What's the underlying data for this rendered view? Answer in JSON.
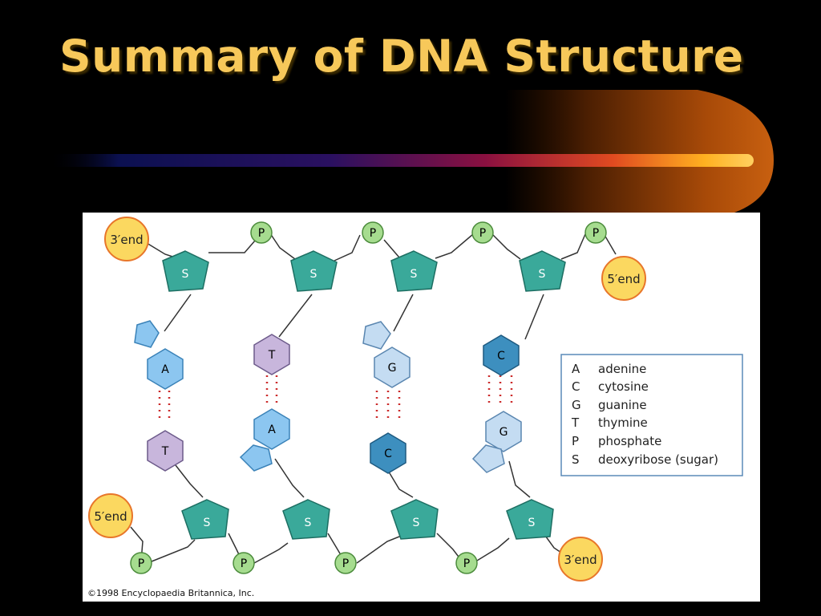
{
  "slide": {
    "title": "Summary of DNA Structure"
  },
  "ends": {
    "top_left": "3′end",
    "top_right": "5′end",
    "bottom_left": "5′end",
    "bottom_right": "3′end"
  },
  "top_strand": {
    "phosphates": [
      "P",
      "P",
      "P",
      "P"
    ],
    "sugars": [
      "S",
      "S",
      "S",
      "S"
    ],
    "bases": [
      "A",
      "T",
      "G",
      "C"
    ]
  },
  "bottom_strand": {
    "phosphates": [
      "P",
      "P",
      "P",
      "P"
    ],
    "sugars": [
      "S",
      "S",
      "S",
      "S"
    ],
    "bases": [
      "T",
      "A",
      "C",
      "G"
    ]
  },
  "legend": [
    {
      "key": "A",
      "label": "adenine"
    },
    {
      "key": "C",
      "label": "cytosine"
    },
    {
      "key": "G",
      "label": "guanine"
    },
    {
      "key": "T",
      "label": "thymine"
    },
    {
      "key": "P",
      "label": "phosphate"
    },
    {
      "key": "S",
      "label": "deoxyribose (sugar)"
    }
  ],
  "copyright": "©1998 Encyclopaedia Britannica, Inc.",
  "colors": {
    "title": "#f7c85a",
    "sugar": "#3aa99a",
    "phosphate": "#a6dc8f",
    "end_circle": "#fbd860",
    "adenine": "#8cc6f0",
    "thymine": "#c8b6dc",
    "guanine": "#c4dcf2",
    "cytosine": "#3d8fbf",
    "bond": "#cc2b2b"
  }
}
